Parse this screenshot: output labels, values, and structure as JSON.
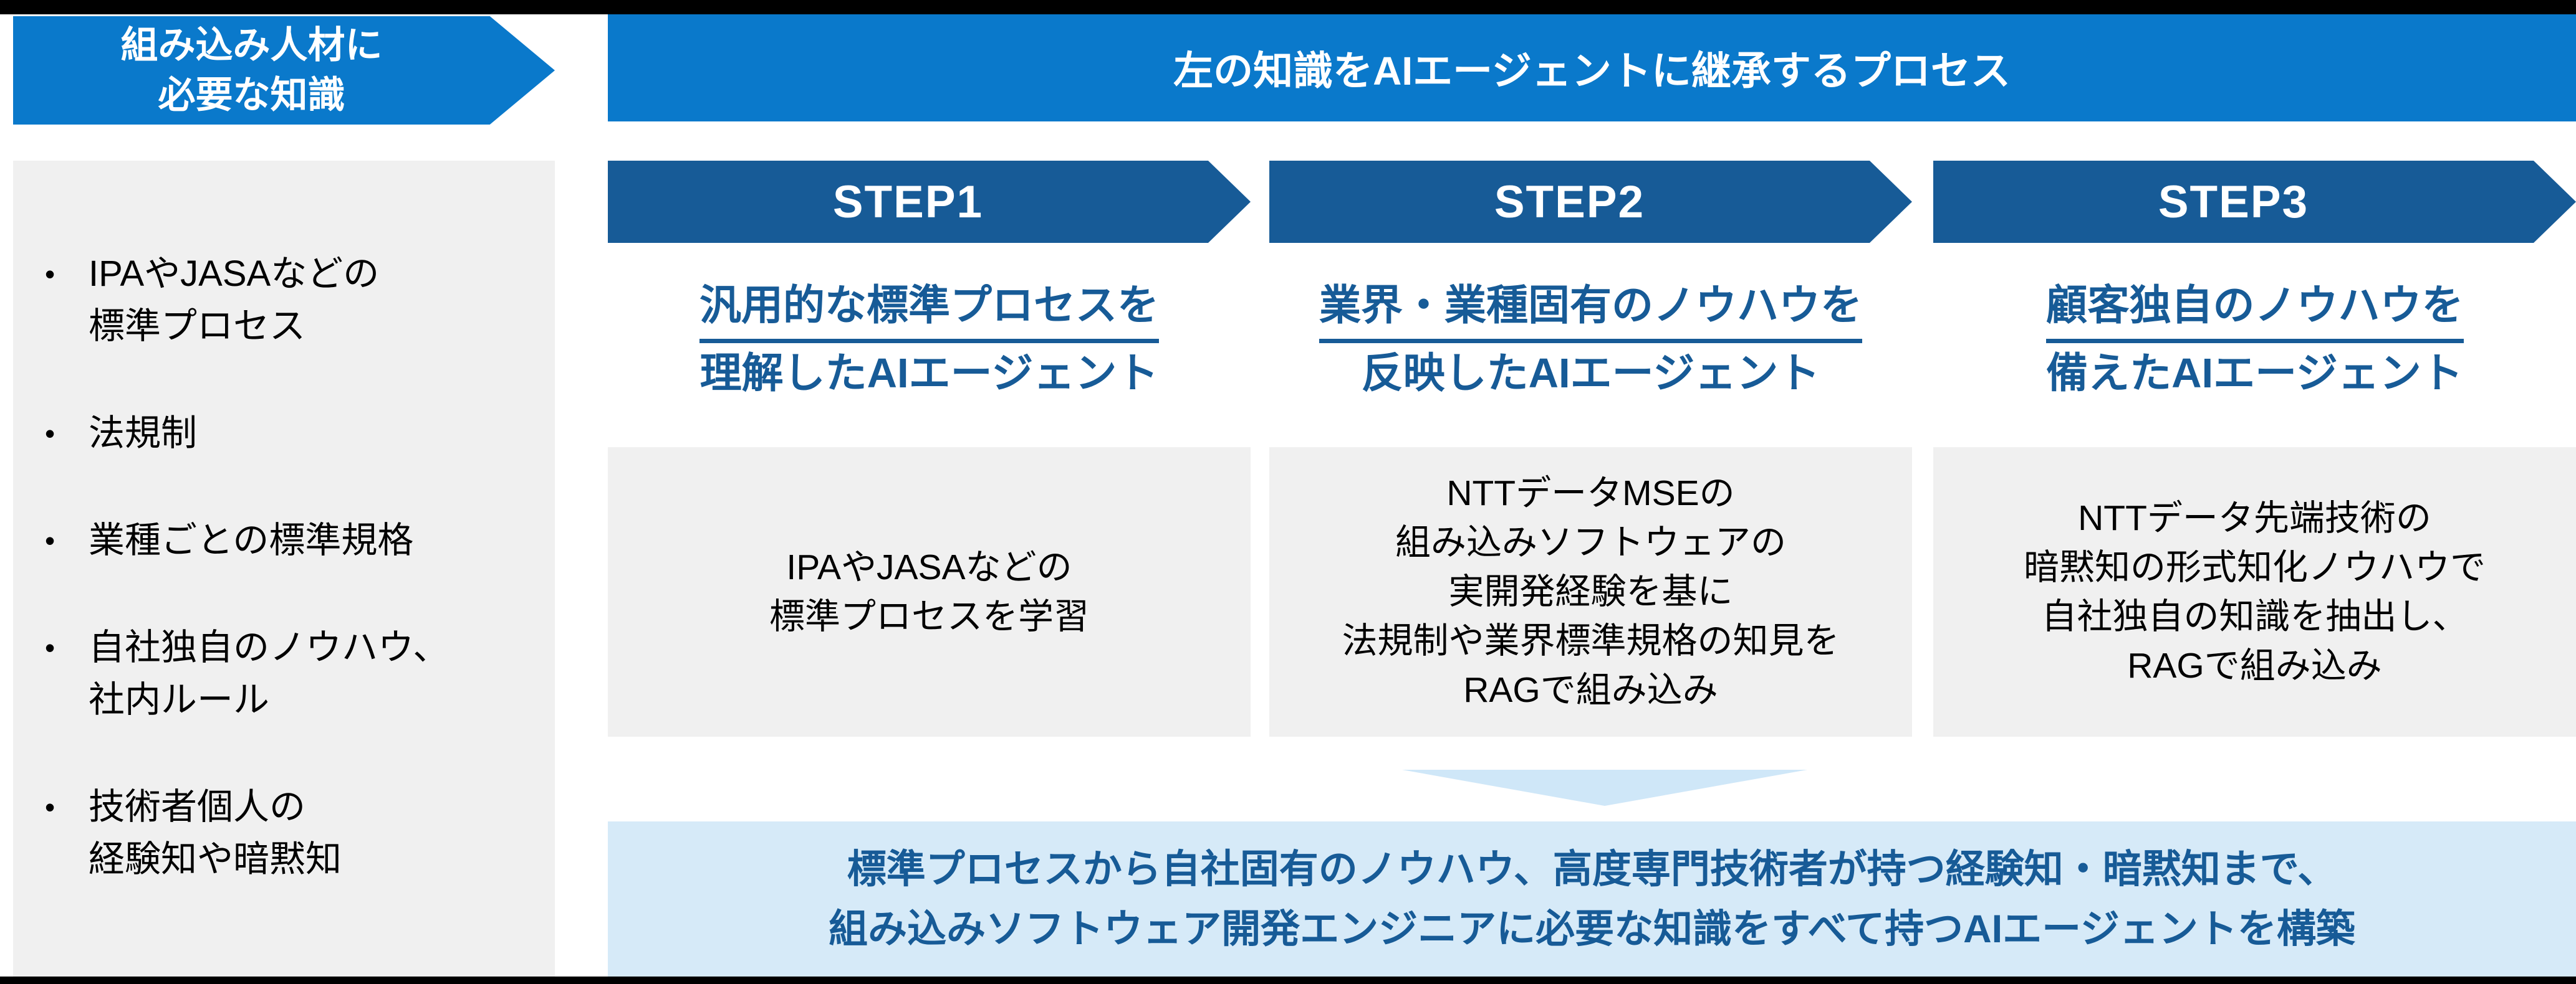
{
  "colors": {
    "bright_blue": "#0A79CB",
    "dark_blue": "#175B97",
    "gray_box": "#F0F0F0",
    "light_blue_box": "#D6EAF8",
    "chevron_blue": "#CFE7F8",
    "border_black": "#000000"
  },
  "bullet_marker": "•",
  "left_panel": {
    "title": "組み込み人材に\n必要な知識",
    "bullets": [
      "IPAやJASAなどの\n標準プロセス",
      "法規制",
      "業種ごとの標準規格",
      "自社独自のノウハウ、\n社内ルール",
      "技術者個人の\n経験知や暗黙知"
    ]
  },
  "process_panel": {
    "banner": "左の知識をAIエージェントに継承するプロセス",
    "steps": [
      {
        "label": "STEP1",
        "heading_underlined": "汎用的な標準プロセスを",
        "heading_rest": "理解したAIエージェント",
        "box": "IPAやJASAなどの\n標準プロセスを学習"
      },
      {
        "label": "STEP2",
        "heading_underlined": "業界・業種固有のノウハウを",
        "heading_rest": "反映したAIエージェント",
        "box": "NTTデータMSEの\n組み込みソフトウェアの\n実開発経験を基に\n法規制や業界標準規格の知見を\nRAGで組み込み"
      },
      {
        "label": "STEP3",
        "heading_underlined": "顧客独自のノウハウを",
        "heading_rest": "備えたAIエージェント",
        "box": "NTTデータ先端技術の\n暗黙知の形式知化ノウハウで\n自社独自の知識を抽出し、\nRAGで組み込み"
      }
    ],
    "conclusion": "標準プロセスから自社固有のノウハウ、高度専門技術者が持つ経験知・暗黙知まで、\n組み込みソフトウェア開発エンジニアに必要な知識をすべて持つAIエージェントを構築"
  }
}
